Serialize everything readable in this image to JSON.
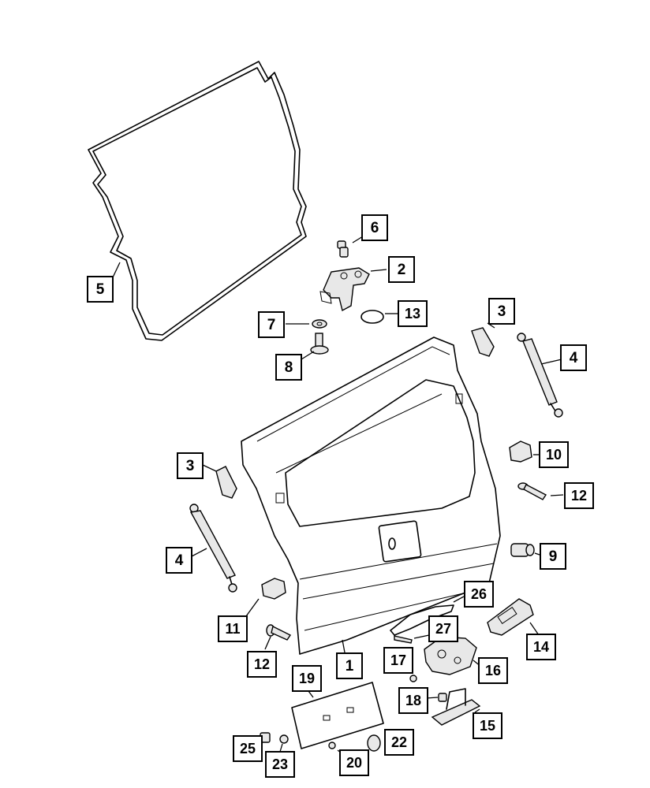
{
  "callouts": {
    "c1": "1",
    "c2": "2",
    "c3a": "3",
    "c3b": "3",
    "c4a": "4",
    "c4b": "4",
    "c5": "5",
    "c6": "6",
    "c7": "7",
    "c8": "8",
    "c9": "9",
    "c10": "10",
    "c11": "11",
    "c12a": "12",
    "c12b": "12",
    "c13": "13",
    "c14": "14",
    "c15": "15",
    "c16": "16",
    "c17": "17",
    "c18": "18",
    "c19": "19",
    "c20": "20",
    "c22": "22",
    "c23": "23",
    "c25": "25",
    "c26": "26",
    "c27": "27"
  }
}
